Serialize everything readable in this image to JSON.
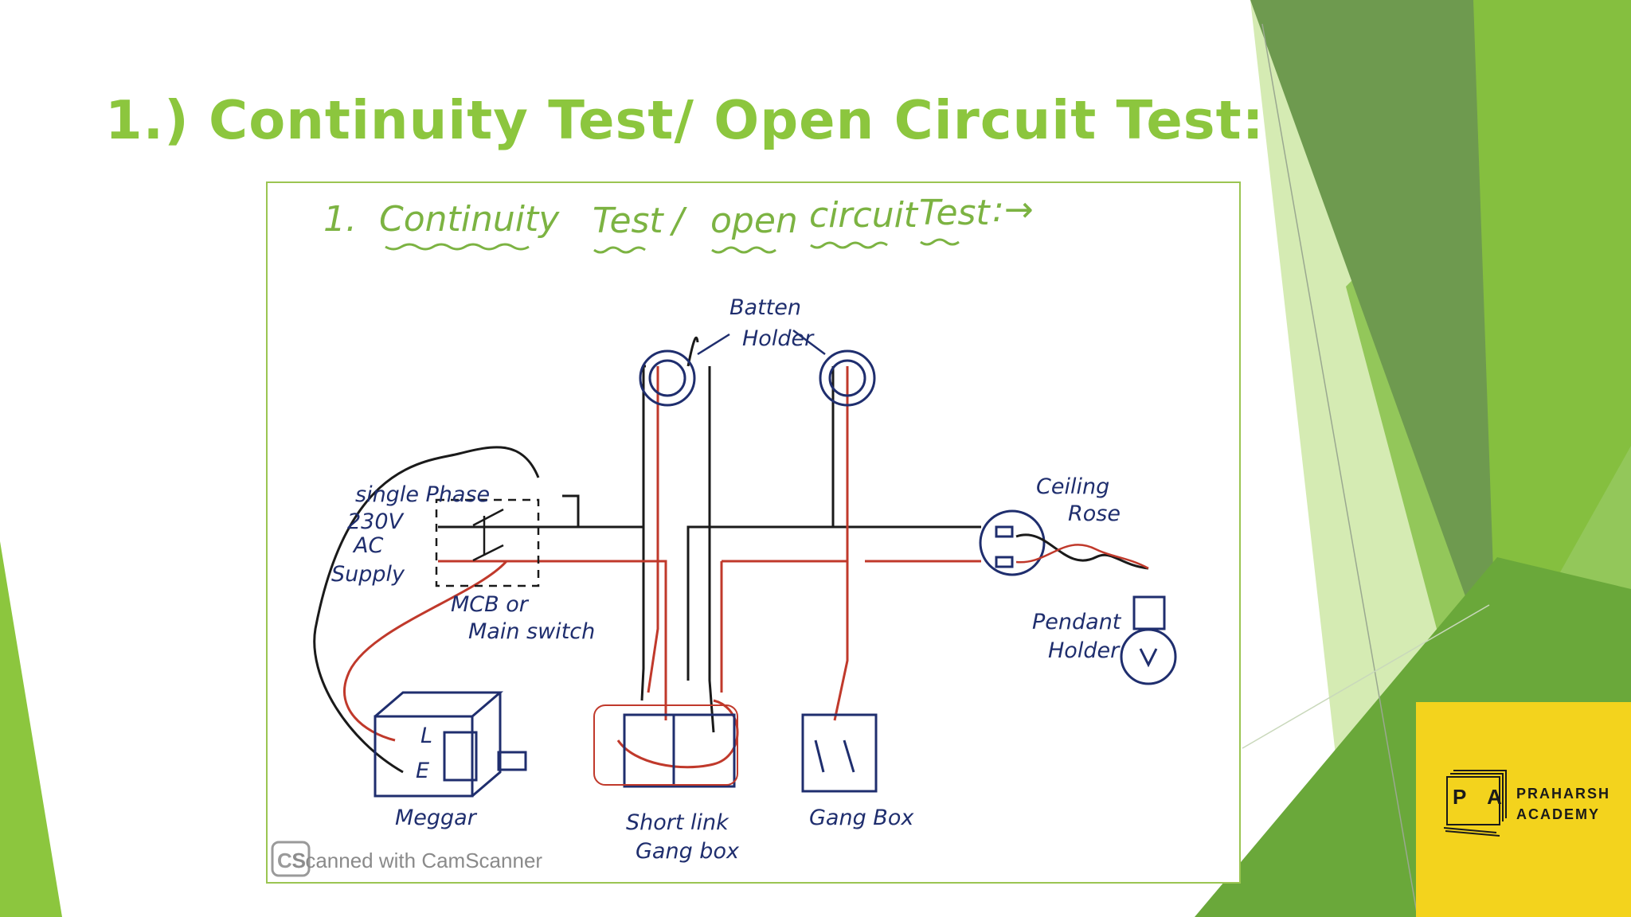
{
  "title": "1.) Continuity Test/ Open Circuit Test:",
  "colors": {
    "title": "#8cc63e",
    "accent_dark": "#4f8a2b",
    "accent_mid": "#6aa83a",
    "accent_light": "#b9dd84",
    "wire_phase": "#c0392b",
    "wire_neutral": "#1a1a1a",
    "ink_blue": "#1f2e6e",
    "logo_bg": "#f3d31d"
  },
  "figure": {
    "heading": {
      "number": "1.",
      "words": [
        "Continuity",
        "Test",
        "/",
        "open",
        "circuit",
        "Test",
        ":→"
      ]
    },
    "labels": {
      "batten_holder_line1": "Batten",
      "batten_holder_line2": "Holder",
      "supply_line1": "single Phase",
      "supply_line2": "230V",
      "supply_line3": "AC",
      "supply_line4": "Supply",
      "mcb_line1": "MCB or",
      "mcb_line2": "Main switch",
      "ceiling_rose_line1": "Ceiling",
      "ceiling_rose_line2": "Rose",
      "pendant_line1": "Pendant",
      "pendant_line2": "Holder",
      "megger": "Meggar",
      "megger_L": "L",
      "megger_E": "E",
      "short_link_line1": "Short link",
      "short_link_line2": "Gang box",
      "gang_box": "Gang Box"
    },
    "watermark": {
      "logo": "CS",
      "text": "Scanned with CamScanner"
    }
  },
  "logo": {
    "letters": "P A",
    "name_line1": "PRAHARSH",
    "name_line2": "ACADEMY"
  },
  "icons": [
    "batten-holder-icon",
    "ceiling-rose-icon",
    "bulb-icon",
    "megger-icon",
    "switch-icon"
  ]
}
